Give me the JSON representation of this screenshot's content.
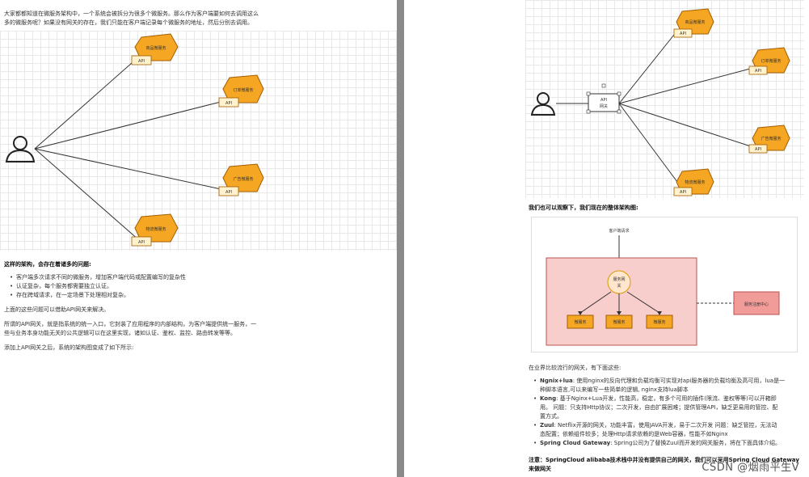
{
  "left": {
    "intro": "大家都都知道在微服务架构中，一个系统会被拆分为很多个微服务。那么作为客户端要如何去调用这么多的微服务呢？如果没有网关的存在，我们只能在客户端记录每个微服务的地址，然后分别去调用。",
    "intro_line1": "大家都都知道在微服务架构中，一个系统会被拆分为很多个微服务。那么作为客户端要如何去调用这么",
    "intro_line2": "多的微服务呢？如果没有网关的存在，我们只能在客户端记录每个微服务的地址，然后分别去调用。",
    "diagram": {
      "services": [
        "商品微服务",
        "订单微服务",
        "广告微服务",
        "物流微服务"
      ],
      "api": "API"
    },
    "problems_title": "这样的架构，会存在着诸多的问题:",
    "problems": [
      "客户端多次请求不同的微服务，增加客户端代码或配置编写的复杂性",
      "认证复杂，每个服务都需要独立认证。",
      "存在跨域请求，在一定场景下处理相对复杂。"
    ],
    "solution": "上面的这些问题可以借助API网关来解决。",
    "gateway_desc_line1": "所谓的API网关，就是指系统的统一入口，它封装了应用程序的内部结构，为客户端提供统一服务，一",
    "gateway_desc_line2": "些与业务本身功能无关的公共逻辑可以在这里实现，诸如认证、鉴权、监控、路由转发等等。",
    "after": "添加上API网关之后，系统的架构图变成了如下所示:"
  },
  "right": {
    "diagram1": {
      "gateway_line1": "API",
      "gateway_line2": "网关",
      "services": [
        "商品微服务",
        "订单微服务",
        "广告微服务",
        "物流微服务"
      ],
      "api": "API"
    },
    "overall_title": "我们也可以观察下，我们现在的整体架构图:",
    "diagram2": {
      "client_request": "客户端请求",
      "gateway_line1": "服务网",
      "gateway_line2": "关",
      "services": [
        "微服务",
        "微服务",
        "微服务"
      ],
      "registry": "服务注册中心"
    },
    "popular_intro": "在业界比较流行的网关，有下面这些:",
    "gateways": [
      {
        "name": "Ngnix+lua",
        "line1": ": 使用nginx的反向代理和负载均衡可实现对api服务器的负载均衡及高可用，lua是一",
        "line2": "种脚本语言,可以来编写一些简单的逻辑, nginx支持lua脚本"
      },
      {
        "name": "Kong",
        "line1": ": 基于Nginx+Lua开发，性能高，稳定，有多个可用的插件(限流、鉴权等等)可以开箱即",
        "line2": "用。 问题：只支持Http协议；二次开发，自由扩展困难；提供管理API，缺乏更易用的管控、配",
        "line3": "置方式。"
      },
      {
        "name": "Zuul",
        "line1": ": Netflix开源的网关，功能丰富，使用JAVA开发，易于二次开发 问题：缺乏管控，无法动",
        "line2": "态配置；依赖组件较多；处理Http请求依赖的是Web容器，性能不如Nginx"
      },
      {
        "name": "Spring Cloud Gateway",
        "line1": ": Spring公司为了替换Zuul而开发的网关服务，将在下面具体介绍。"
      }
    ],
    "note_line1": "注意：SpringCloud alibaba技术栈中并没有提供自己的网关，我们可以采用Spring Cloud Gateway",
    "note_line2": "来做网关"
  },
  "watermark": "CSDN @烟雨平生V",
  "colors": {
    "hex_fill": "#f5a623",
    "hex_stroke": "#a35d00",
    "api_fill": "#fff2cc",
    "box_pink": "#f8cecc",
    "box_red_stroke": "#b85450",
    "registry_fill": "#f19c99"
  }
}
